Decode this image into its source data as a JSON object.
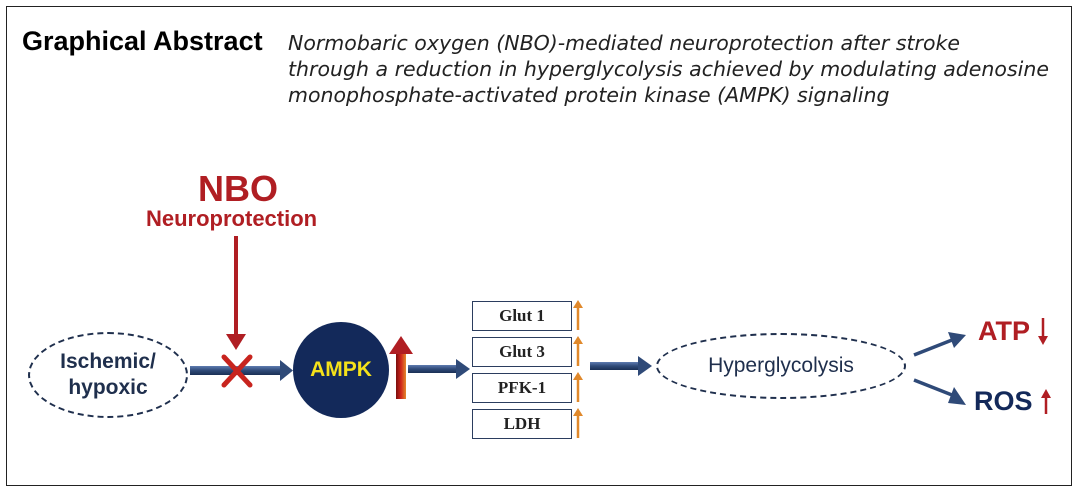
{
  "header": {
    "heading": "Graphical Abstract",
    "subtitle": "Normobaric oxygen (NBO)-mediated neuroprotection after stroke\nthrough a reduction in hyperglycolysis achieved by modulating adenosine\nmonophosphate-activated protein kinase (AMPK) signaling"
  },
  "diagram": {
    "nbo": {
      "title": "NBO",
      "subtitle": "Neuroprotection"
    },
    "ischemic_label": "Ischemic/\nhypoxic",
    "ampk_label": "AMPK",
    "proteins": [
      {
        "label": "Glut 1",
        "change": "up"
      },
      {
        "label": "Glut 3",
        "change": "up"
      },
      {
        "label": "PFK-1",
        "change": "up"
      },
      {
        "label": "LDH",
        "change": "up"
      }
    ],
    "hyperglycolysis_label": "Hyperglycolysis",
    "outcomes": [
      {
        "label": "ATP",
        "change": "down"
      },
      {
        "label": "ROS",
        "change": "up"
      }
    ],
    "colors": {
      "red": "#b01e23",
      "navy": "#13295a",
      "arrow_blue": "#2f4a78",
      "orange": "#e0892c",
      "ampk_text": "#f4e11a"
    },
    "icons": [
      "inhibition-x-icon",
      "up-arrow-icon",
      "down-arrow-icon"
    ]
  }
}
